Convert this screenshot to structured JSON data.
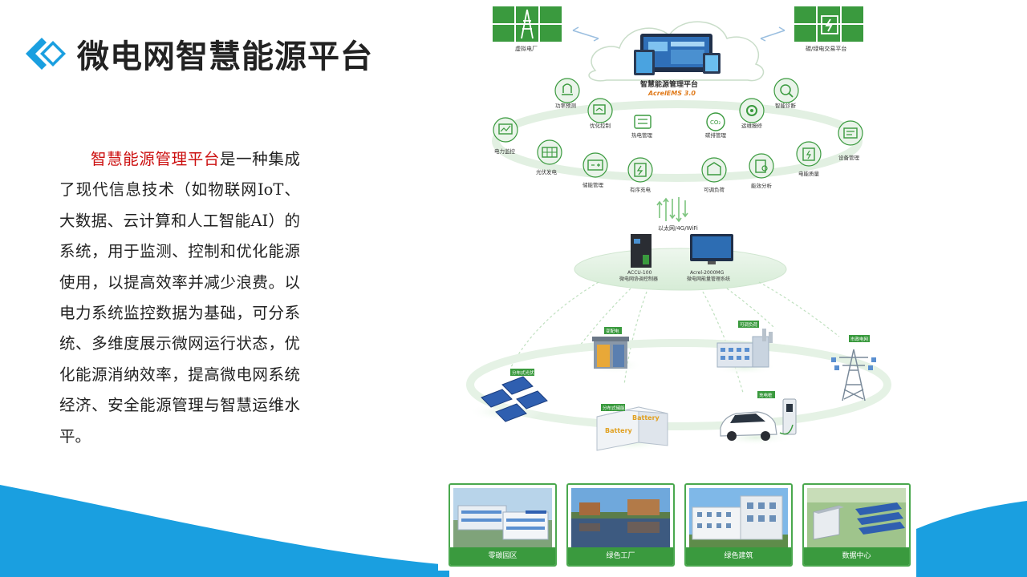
{
  "title": "微电网智慧能源平台",
  "paragraph": {
    "highlight": "智慧能源管理平台",
    "text": "是一种集成了现代信息技术（如物联网IoT、大数据、云计算和人工智能AI）的系统，用于监测、控制和优化能源使用，以提高效率并减少浪费。以电力系统监控数据为基础，可分系统、多维度展示微网运行状态，优化能源消纳效率，提高微电网系统经济、安全能源管理与智慧运维水平。"
  },
  "diagram": {
    "top_left_label": "虚拟电厂",
    "top_right_label": "碳/绿电交易平台",
    "platform_title": "智慧能源管理平台",
    "platform_subtitle": "AcrelEMS 3.0",
    "functions": {
      "power_forecast": "功率预测",
      "optimize_control": "优化控制",
      "smart_diagnosis": "智能诊断",
      "ops_maintenance": "运维报修",
      "power_monitor": "电力监控",
      "pv_generation": "光伏发电",
      "storage_management": "储能管理",
      "ordered_charging": "有序充电",
      "adjustable_load": "可调负荷",
      "energy_analysis": "能效分析",
      "power_quality": "电能质量",
      "equipment_management": "设备管理",
      "heat_cold_management": "热电管理",
      "carbon_management": "碳排管理"
    },
    "network_label": "以太网/4G/WiFi",
    "devices": [
      {
        "model": "ACCU-100",
        "desc": "微电网协调控制器"
      },
      {
        "model": "Acrel-2000MG",
        "desc": "微电网能量管理系统"
      }
    ],
    "site_labels": {
      "transformer": "变配电",
      "factory": "可调负荷",
      "tower": "市政电网",
      "pv": "分布式光伏",
      "storage": "分布式储能",
      "ev": "充电桩"
    },
    "battery_text": "Battery"
  },
  "cards": [
    {
      "caption": "零碳园区"
    },
    {
      "caption": "绿色工厂"
    },
    {
      "caption": "绿色建筑"
    },
    {
      "caption": "数据中心"
    }
  ],
  "colors": {
    "accent_blue": "#1a9fe0",
    "accent_green": "#3a9a3e",
    "highlight_red": "#cc1111"
  }
}
